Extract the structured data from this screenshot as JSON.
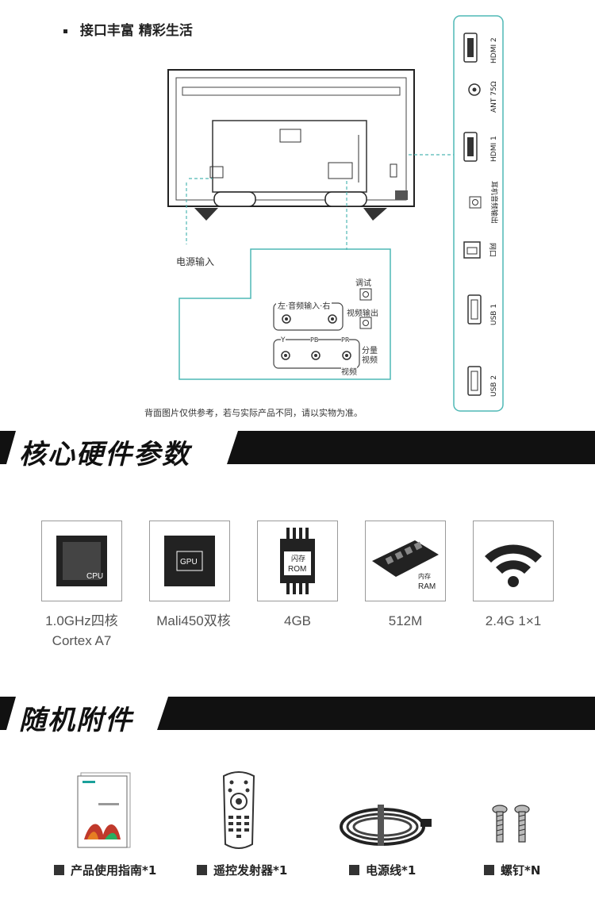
{
  "header": {
    "title": "接口丰富 精彩生活"
  },
  "tv_diagram": {
    "power_label": "电源输入",
    "av_panel": {
      "debug": "调试",
      "audio_in": "左·音频输入·右",
      "video_out": "视频输出",
      "y": "Y",
      "pb": "PB",
      "pr": "PR",
      "component": "分量视频",
      "video": "视频"
    },
    "side_panel": [
      "HDMI 2",
      "ANT 75Ω",
      "HDMI 1",
      "耳机音频输出",
      "网口",
      "USB 1",
      "USB 2"
    ],
    "note": "背面图片仅供参考，若与实际产品不同，请以实物为准。"
  },
  "hardware": {
    "title": "核心硬件参数",
    "items": [
      {
        "icon": "cpu-icon",
        "chip": "CPU",
        "label": "1.0GHz四核",
        "label2": "Cortex A7"
      },
      {
        "icon": "gpu-icon",
        "chip": "GPU",
        "label": "Mali450双核",
        "label2": ""
      },
      {
        "icon": "rom-icon",
        "chip": "闪存 ROM",
        "label": "4GB",
        "label2": ""
      },
      {
        "icon": "ram-icon",
        "chip": "内存 RAM",
        "label": "512M",
        "label2": ""
      },
      {
        "icon": "wifi-icon",
        "chip": "",
        "label": "2.4G 1×1",
        "label2": ""
      }
    ]
  },
  "accessories": {
    "title": "随机附件",
    "items": [
      {
        "icon": "manual-icon",
        "label": "产品使用指南*1"
      },
      {
        "icon": "remote-icon",
        "label": "遥控发射器*1"
      },
      {
        "icon": "power-cord-icon",
        "label": "电源线*1"
      },
      {
        "icon": "screw-icon",
        "label": "螺钉*N"
      }
    ]
  },
  "colors": {
    "accent": "#4fb8b5",
    "bar": "#111111"
  }
}
